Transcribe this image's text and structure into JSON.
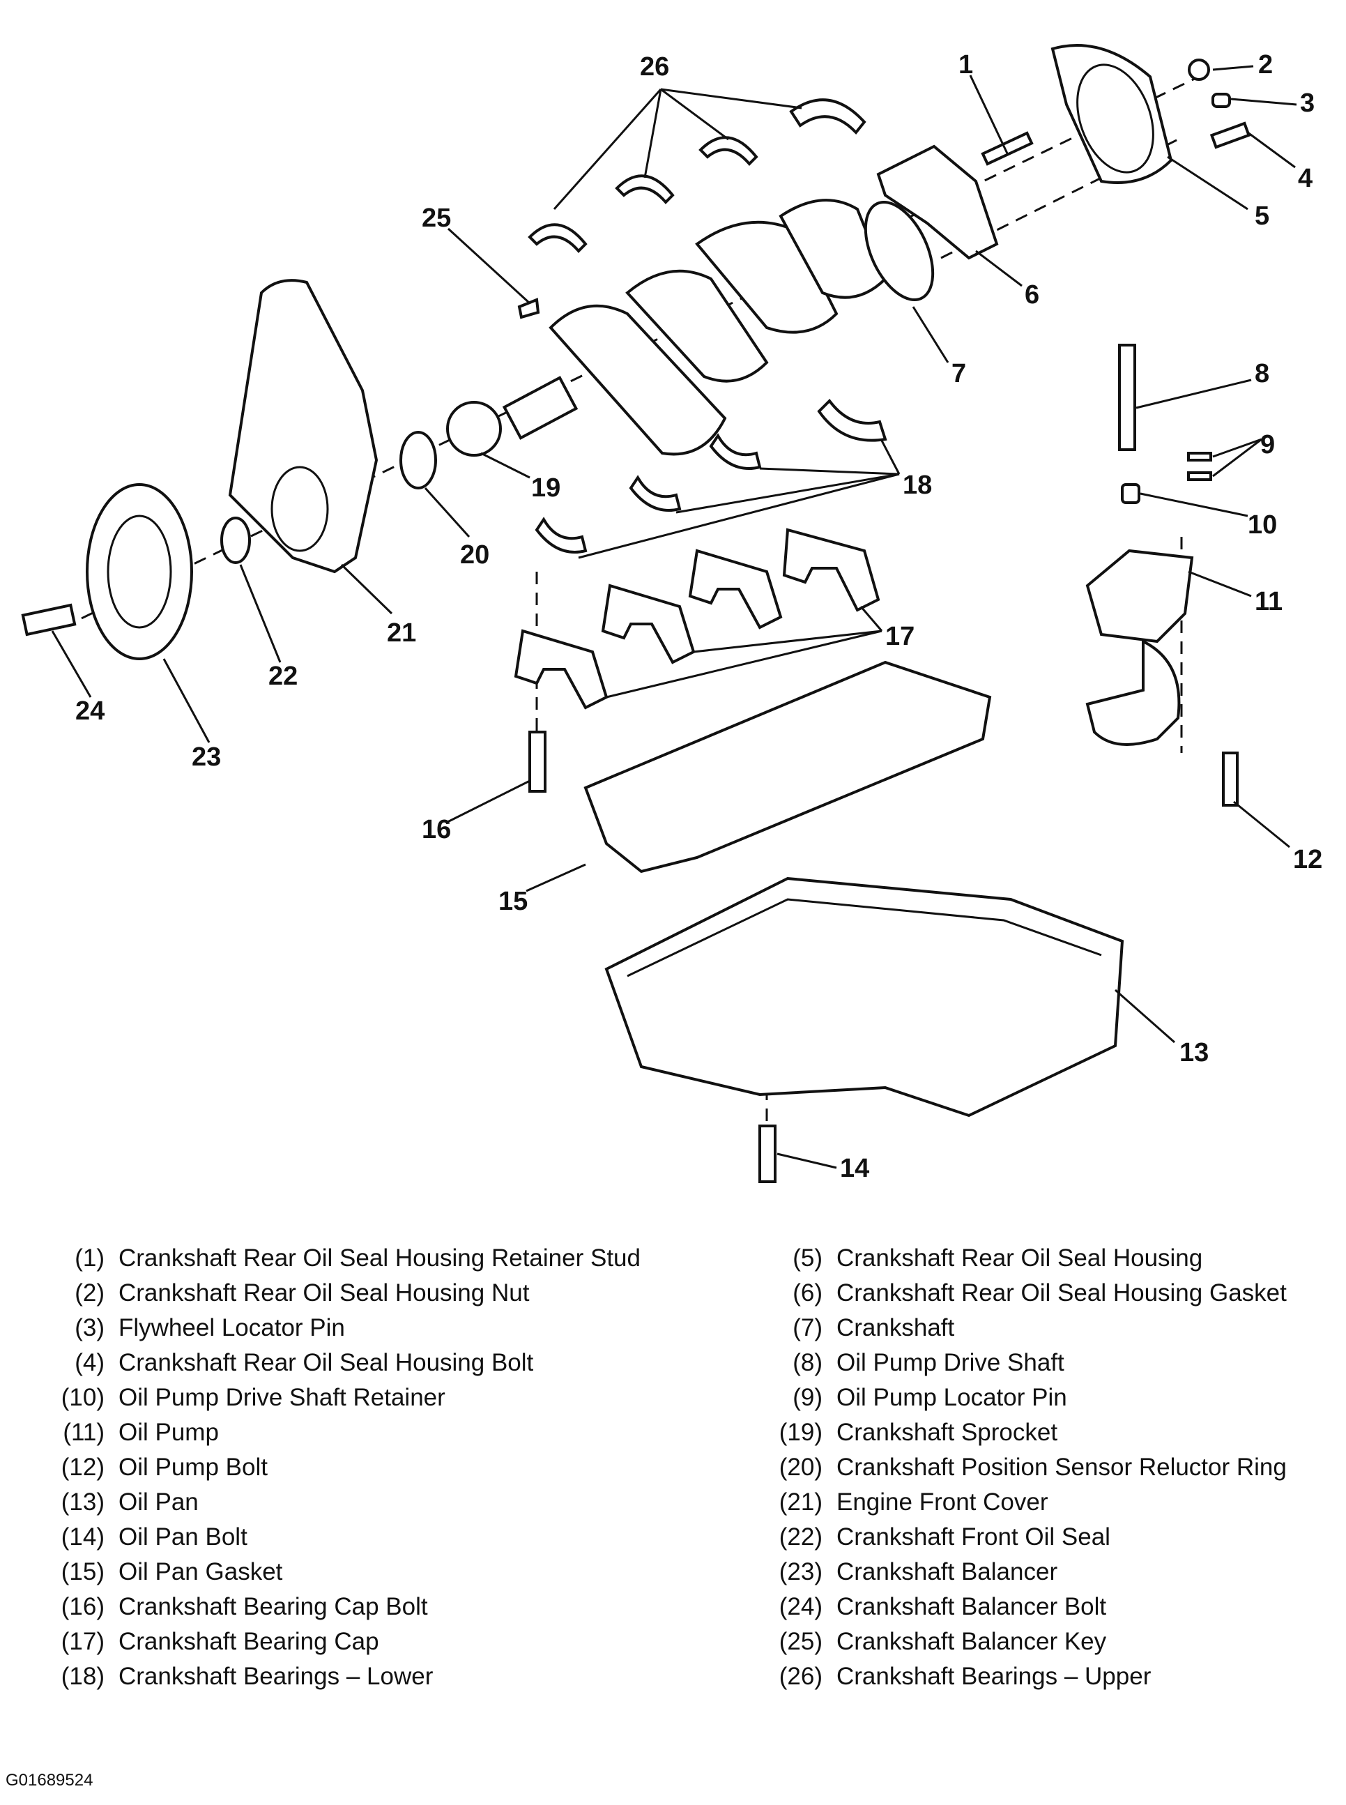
{
  "callouts": [
    {
      "num": "1"
    },
    {
      "num": "2"
    },
    {
      "num": "3"
    },
    {
      "num": "4"
    },
    {
      "num": "5"
    },
    {
      "num": "6"
    },
    {
      "num": "7"
    },
    {
      "num": "8"
    },
    {
      "num": "9"
    },
    {
      "num": "10"
    },
    {
      "num": "11"
    },
    {
      "num": "12"
    },
    {
      "num": "13"
    },
    {
      "num": "14"
    },
    {
      "num": "15"
    },
    {
      "num": "16"
    },
    {
      "num": "17"
    },
    {
      "num": "18"
    },
    {
      "num": "19"
    },
    {
      "num": "20"
    },
    {
      "num": "21"
    },
    {
      "num": "22"
    },
    {
      "num": "23"
    },
    {
      "num": "24"
    },
    {
      "num": "25"
    },
    {
      "num": "26"
    }
  ],
  "legend": {
    "left": [
      {
        "num": "(1)",
        "text": "Crankshaft Rear Oil Seal Housing Retainer Stud"
      },
      {
        "num": "(2)",
        "text": "Crankshaft Rear Oil Seal Housing Nut"
      },
      {
        "num": "(3)",
        "text": "Flywheel Locator Pin"
      },
      {
        "num": "(4)",
        "text": "Crankshaft Rear Oil Seal Housing Bolt"
      },
      {
        "num": "(10)",
        "text": "Oil Pump Drive Shaft Retainer"
      },
      {
        "num": "(11)",
        "text": "Oil Pump"
      },
      {
        "num": "(12)",
        "text": "Oil Pump Bolt"
      },
      {
        "num": "(13)",
        "text": "Oil Pan"
      },
      {
        "num": "(14)",
        "text": "Oil Pan Bolt"
      },
      {
        "num": "(15)",
        "text": "Oil Pan Gasket"
      },
      {
        "num": "(16)",
        "text": "Crankshaft Bearing Cap Bolt"
      },
      {
        "num": "(17)",
        "text": "Crankshaft Bearing Cap"
      },
      {
        "num": "(18)",
        "text": "Crankshaft Bearings – Lower"
      }
    ],
    "right": [
      {
        "num": "(5)",
        "text": "Crankshaft Rear Oil Seal Housing"
      },
      {
        "num": "(6)",
        "text": "Crankshaft Rear Oil Seal Housing Gasket"
      },
      {
        "num": "(7)",
        "text": "Crankshaft"
      },
      {
        "num": "(8)",
        "text": "Oil Pump Drive Shaft"
      },
      {
        "num": "(9)",
        "text": "Oil Pump Locator Pin"
      },
      {
        "num": "(19)",
        "text": "Crankshaft Sprocket"
      },
      {
        "num": "(20)",
        "text": "Crankshaft Position Sensor Reluctor Ring"
      },
      {
        "num": "(21)",
        "text": "Engine Front Cover"
      },
      {
        "num": "(22)",
        "text": "Crankshaft Front Oil Seal"
      },
      {
        "num": "(23)",
        "text": "Crankshaft Balancer"
      },
      {
        "num": "(24)",
        "text": "Crankshaft Balancer Bolt"
      },
      {
        "num": "(25)",
        "text": "Crankshaft Balancer Key"
      },
      {
        "num": "(26)",
        "text": "Crankshaft Bearings – Upper"
      }
    ]
  },
  "figure_id": "G01689524"
}
